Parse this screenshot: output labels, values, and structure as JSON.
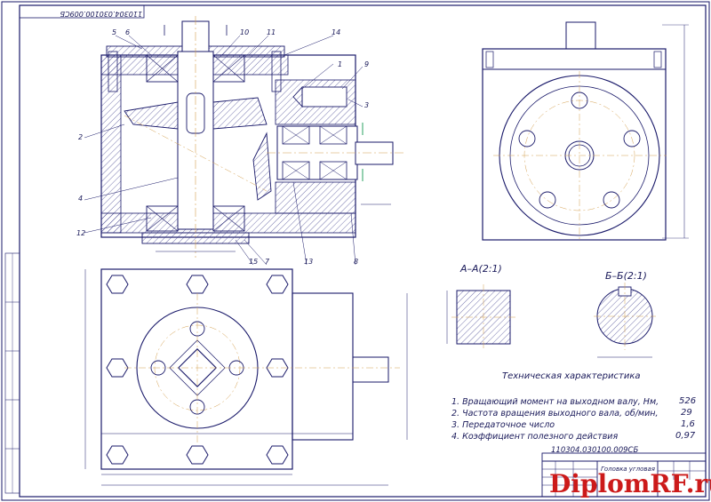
{
  "sheet": {
    "rotated_code": "110304.030100.009СБ",
    "section_aa_label": "А–А(2:1)",
    "section_bb_label": "Б–Б(2:1)",
    "tech_title": "Техническая характеристика",
    "specs": [
      {
        "label": "1. Вращающий момент на выходном валу, Нм,",
        "value": "526"
      },
      {
        "label": "2. Частота вращения выходного вала, об/мин,",
        "value": "29"
      },
      {
        "label": "3. Передаточное число",
        "value": "1,6"
      },
      {
        "label": "4. Коэффициент полезного действия",
        "value": "0,97"
      }
    ],
    "doc_code": "110304.030100.009СБ",
    "doc_name": "Головка угловая",
    "watermark": "DiplomRF.ru",
    "callouts": [
      "1",
      "2",
      "3",
      "4",
      "5",
      "6",
      "7",
      "8",
      "9",
      "10",
      "11",
      "12",
      "13",
      "14",
      "15"
    ]
  },
  "colors": {
    "line": "#1a1a6a",
    "hatch": "#3a3a8a",
    "center": "#d4a050",
    "watermark": "#cc1a1a"
  }
}
